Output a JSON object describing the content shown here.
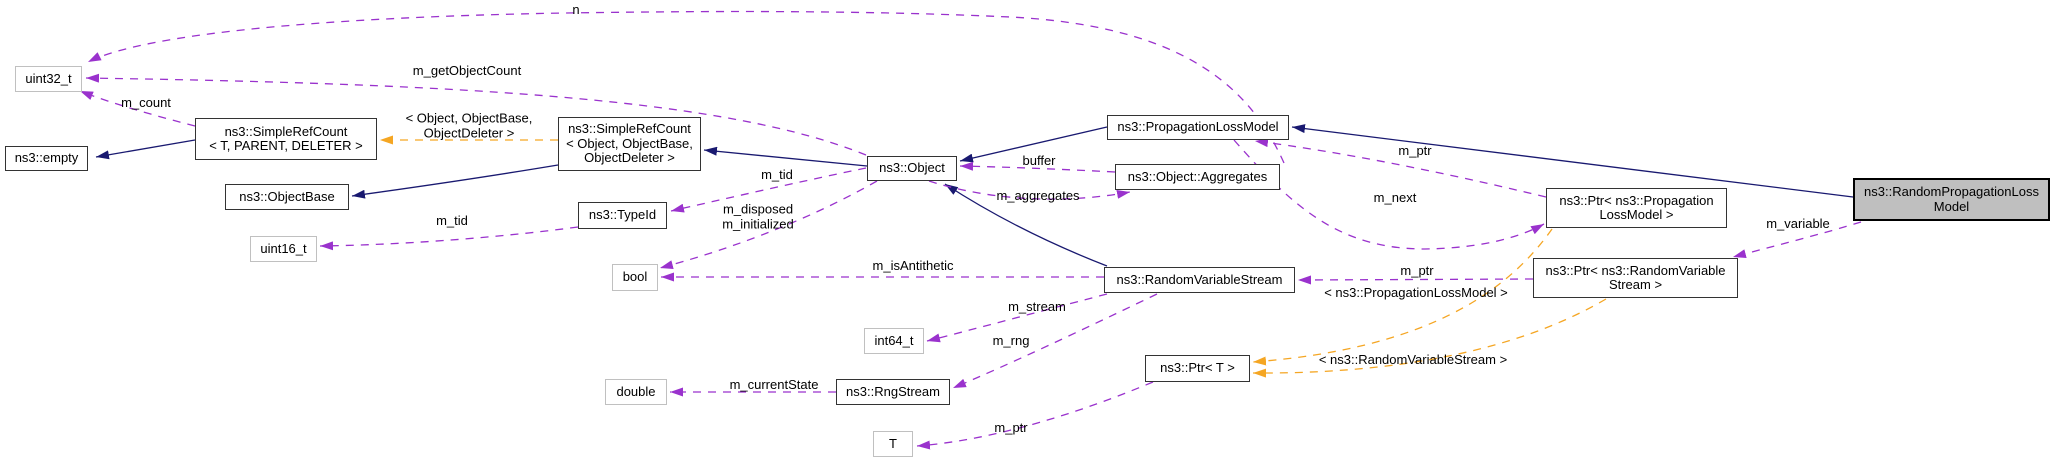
{
  "diagram": {
    "title": "ns3::RandomPropagationLossModel collaboration graph",
    "colors": {
      "inheritance_edge": "#191970",
      "usage_edge": "#9a32cd",
      "template_edge": "#f5a623",
      "main_node_fill": "#bfbfbf",
      "class_node_border": "#333333",
      "type_node_border": "#c0c0c0",
      "background": "#ffffff"
    },
    "nodes": {
      "uint32": {
        "lines": [
          "uint32_t"
        ]
      },
      "empty": {
        "lines": [
          "ns3::empty"
        ]
      },
      "src_generic": {
        "lines": [
          "ns3::SimpleRefCount",
          "< T, PARENT, DELETER >"
        ]
      },
      "object_base": {
        "lines": [
          "ns3::ObjectBase"
        ]
      },
      "uint16": {
        "lines": [
          "uint16_t"
        ]
      },
      "src_object": {
        "lines": [
          "ns3::SimpleRefCount",
          "< Object, ObjectBase,",
          "ObjectDeleter >"
        ]
      },
      "type_id": {
        "lines": [
          "ns3::TypeId"
        ]
      },
      "bool": {
        "lines": [
          "bool"
        ]
      },
      "object": {
        "lines": [
          "ns3::Object"
        ]
      },
      "plm": {
        "lines": [
          "ns3::PropagationLossModel"
        ]
      },
      "aggregates": {
        "lines": [
          "ns3::Object::Aggregates"
        ]
      },
      "rvs": {
        "lines": [
          "ns3::RandomVariableStream"
        ]
      },
      "int64": {
        "lines": [
          "int64_t"
        ]
      },
      "rng_stream": {
        "lines": [
          "ns3::RngStream"
        ]
      },
      "double": {
        "lines": [
          "double"
        ]
      },
      "t": {
        "lines": [
          "T"
        ]
      },
      "ptr_t": {
        "lines": [
          "ns3::Ptr< T >"
        ]
      },
      "ptr_plm": {
        "lines": [
          "ns3::Ptr< ns3::Propagation",
          "LossModel >"
        ]
      },
      "ptr_rvs": {
        "lines": [
          "ns3::Ptr< ns3::RandomVariable",
          "Stream >"
        ]
      },
      "rplm": {
        "lines": [
          "ns3::RandomPropagationLoss",
          "Model"
        ]
      }
    },
    "labels": {
      "n": {
        "text": "n"
      },
      "get_object_count": {
        "text": "m_getObjectCount"
      },
      "m_count": {
        "text": "m_count"
      },
      "tmpl_src": {
        "lines": [
          "< Object, ObjectBase,",
          "ObjectDeleter >"
        ]
      },
      "m_tid_typeid": {
        "text": "m_tid"
      },
      "m_tid_object": {
        "text": "m_tid"
      },
      "m_disposed": {
        "lines": [
          "m_disposed",
          "m_initialized"
        ]
      },
      "buffer": {
        "text": "buffer"
      },
      "m_aggregates": {
        "text": "m_aggregates"
      },
      "m_is_antithetic": {
        "text": "m_isAntithetic"
      },
      "m_stream": {
        "text": "m_stream"
      },
      "m_rng": {
        "text": "m_rng"
      },
      "m_current_state": {
        "text": "m_currentState"
      },
      "m_ptr_t": {
        "text": "m_ptr"
      },
      "m_ptr_plm": {
        "text": "m_ptr"
      },
      "m_next": {
        "text": "m_next"
      },
      "m_ptr_rvs": {
        "text": "m_ptr"
      },
      "tmpl_ptr_plm": {
        "text": "< ns3::PropagationLossModel >"
      },
      "tmpl_ptr_rvs": {
        "text": "< ns3::RandomVariableStream >"
      },
      "m_variable": {
        "text": "m_variable"
      }
    }
  }
}
